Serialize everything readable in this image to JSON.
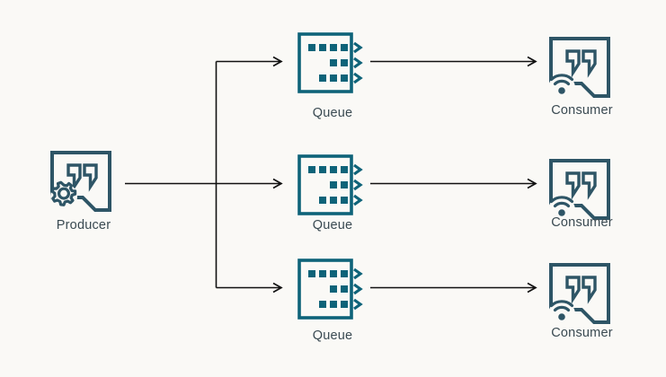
{
  "diagram": {
    "title": "Producer to Queues to Consumers fan-out",
    "background_color": "#faf9f6",
    "colors": {
      "icon_dark": "#2e5566",
      "icon_teal": "#0e6379",
      "arrow": "#111111",
      "label_text": "#3a4a52"
    },
    "nodes": [
      {
        "id": "producer",
        "label": "Producer",
        "icon": "speech-bubble-gear-icon",
        "color": "#2e5566"
      },
      {
        "id": "queue-1",
        "label": "Queue",
        "icon": "message-queue-icon",
        "color": "#0e6379"
      },
      {
        "id": "queue-2",
        "label": "Queue",
        "icon": "message-queue-icon",
        "color": "#0e6379"
      },
      {
        "id": "queue-3",
        "label": "Queue",
        "icon": "message-queue-icon",
        "color": "#0e6379"
      },
      {
        "id": "consumer-1",
        "label": "Consumer",
        "icon": "speech-bubble-wifi-icon",
        "color": "#2e5566"
      },
      {
        "id": "consumer-2",
        "label": "Consumer",
        "icon": "speech-bubble-wifi-icon",
        "color": "#2e5566"
      },
      {
        "id": "consumer-3",
        "label": "Consumer",
        "icon": "speech-bubble-wifi-icon",
        "color": "#2e5566"
      }
    ],
    "edges": [
      {
        "id": "edge-producer-fanout",
        "from": "producer",
        "to": "fan-out-bus",
        "style": "solid",
        "arrowhead": "open-chevron"
      },
      {
        "id": "edge-fanout-queue-1",
        "from": "fan-out-bus",
        "to": "queue-1",
        "style": "solid",
        "arrowhead": "open-chevron"
      },
      {
        "id": "edge-fanout-queue-2",
        "from": "fan-out-bus",
        "to": "queue-2",
        "style": "solid",
        "arrowhead": "open-chevron"
      },
      {
        "id": "edge-fanout-queue-3",
        "from": "fan-out-bus",
        "to": "queue-3",
        "style": "solid",
        "arrowhead": "open-chevron"
      },
      {
        "id": "edge-queue-1-consumer-1",
        "from": "queue-1",
        "to": "consumer-1",
        "style": "solid",
        "arrowhead": "open-chevron"
      },
      {
        "id": "edge-queue-2-consumer-2",
        "from": "queue-2",
        "to": "consumer-2",
        "style": "solid",
        "arrowhead": "open-chevron"
      },
      {
        "id": "edge-queue-3-consumer-3",
        "from": "queue-3",
        "to": "consumer-3",
        "style": "solid",
        "arrowhead": "open-chevron"
      }
    ]
  }
}
